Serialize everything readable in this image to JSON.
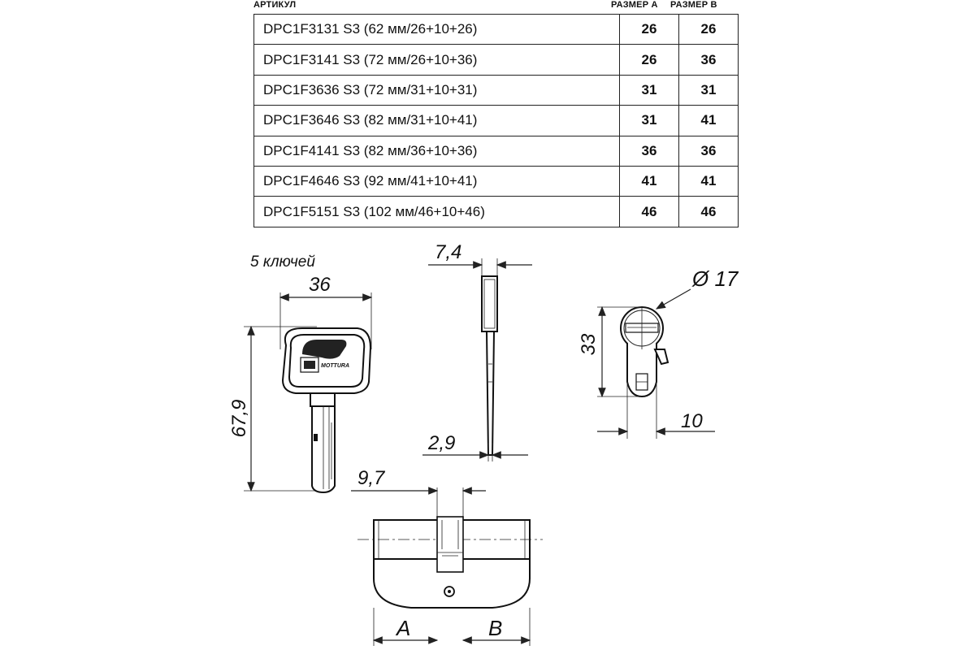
{
  "table": {
    "headers": {
      "article": "АРТИКУЛ",
      "size_a": "РАЗМЕР А",
      "size_b": "РАЗМЕР В"
    },
    "rows": [
      {
        "article": "DPC1F3131 S3 (62 мм/26+10+26)",
        "a": "26",
        "b": "26"
      },
      {
        "article": "DPC1F3141 S3 (72 мм/26+10+36)",
        "a": "26",
        "b": "36"
      },
      {
        "article": "DPC1F3636 S3 (72 мм/31+10+31)",
        "a": "31",
        "b": "31"
      },
      {
        "article": "DPC1F3646 S3 (82 мм/31+10+41)",
        "a": "31",
        "b": "41"
      },
      {
        "article": "DPC1F4141 S3 (82 мм/36+10+36)",
        "a": "36",
        "b": "36"
      },
      {
        "article": "DPC1F4646 S3 (92 мм/41+10+41)",
        "a": "41",
        "b": "41"
      },
      {
        "article": "DPC1F5151 S3 (102 мм/46+10+46)",
        "a": "46",
        "b": "46"
      }
    ]
  },
  "drawing": {
    "keys_note": "5 ключей",
    "dim_key_width": "36",
    "dim_key_length": "67,9",
    "dim_blade_thickness": "7,4",
    "dim_blade_tip": "2,9",
    "dim_diameter": "Ø 17",
    "dim_height": "33",
    "dim_cam_width": "10",
    "dim_cam_offset": "9,7",
    "label_a": "A",
    "label_b": "B",
    "brand": "MOTTURA"
  }
}
